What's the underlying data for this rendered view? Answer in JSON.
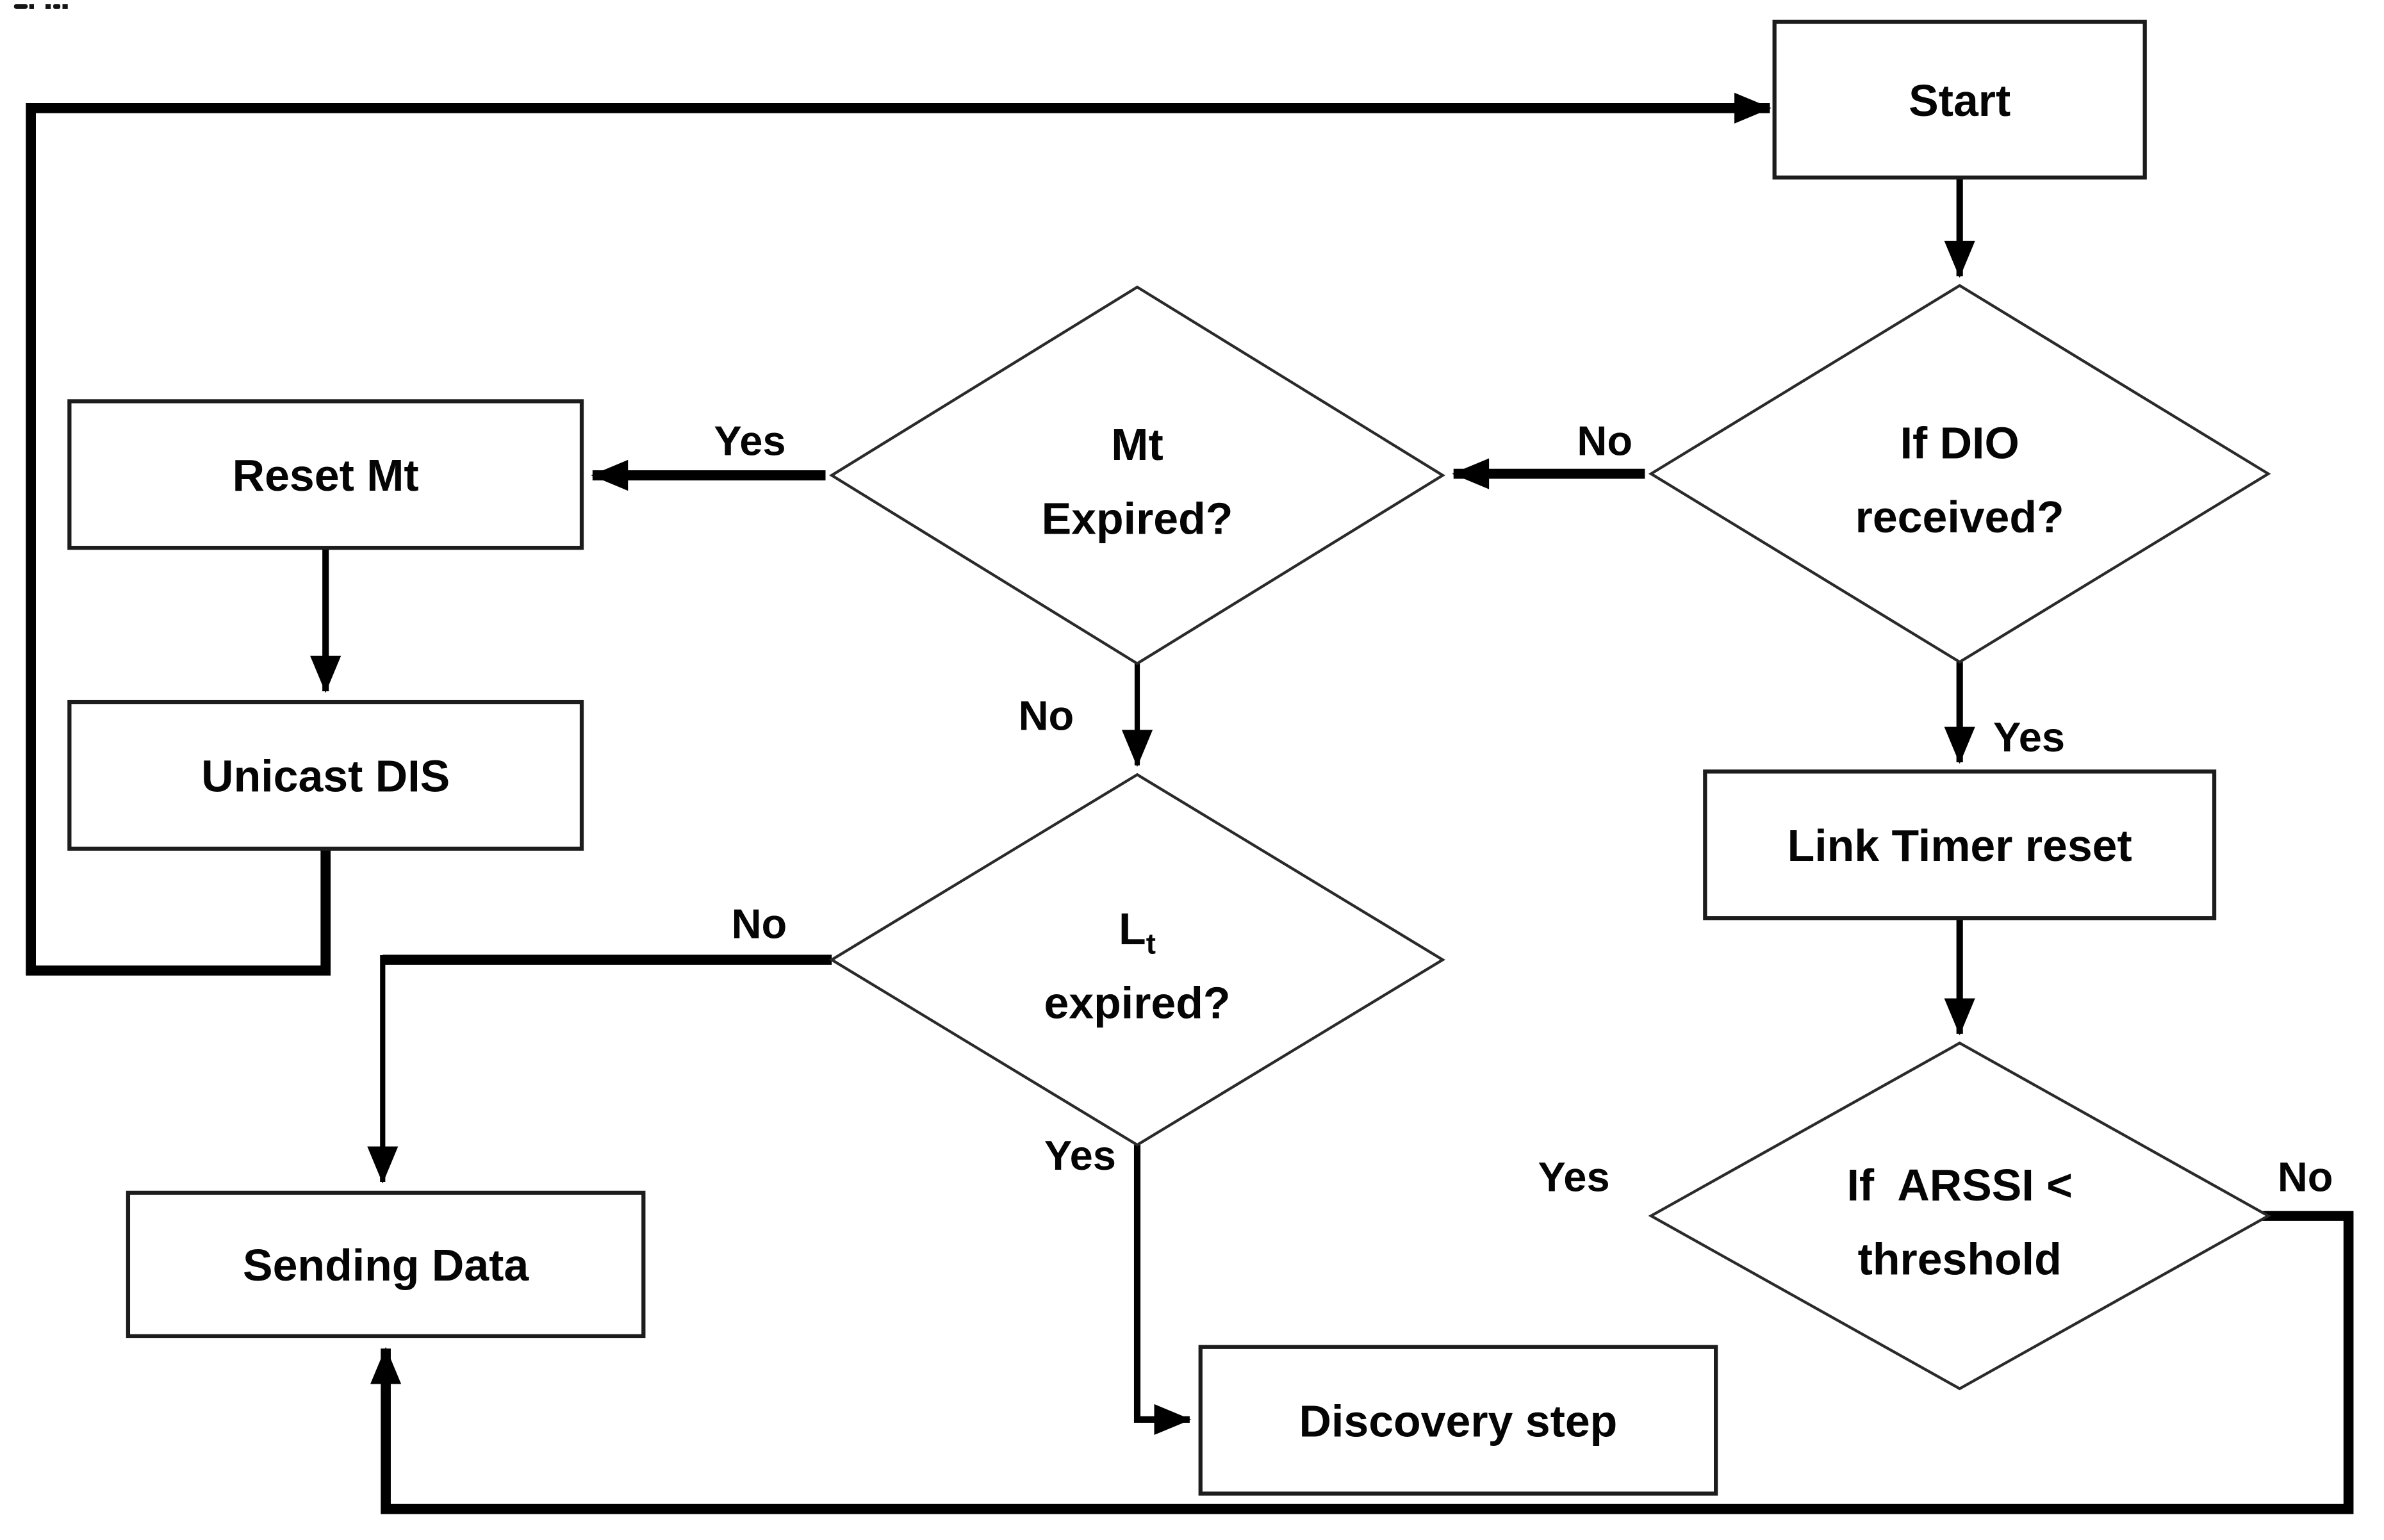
{
  "page": {
    "background": "#ffffff",
    "line_color": "#000000",
    "text_color": "#050505"
  },
  "nodes": {
    "start": {
      "type": "process",
      "label": "Start"
    },
    "dio_decision": {
      "type": "decision",
      "line1": "If DIO",
      "line2": "received?"
    },
    "mt_decision": {
      "type": "decision",
      "line1": "Mt",
      "line2": "Expired?"
    },
    "reset_mt": {
      "type": "process",
      "label": "Reset Mt"
    },
    "unicast_dis": {
      "type": "process",
      "label": "Unicast DIS"
    },
    "lt_decision": {
      "type": "decision",
      "line1_base": "L",
      "line1_sub": "t",
      "line2": "expired?"
    },
    "link_timer_reset": {
      "type": "process",
      "label": "Link Timer reset"
    },
    "arssi_decision": {
      "type": "decision",
      "line1": "If  ARSSI <",
      "line2": "threshold"
    },
    "sending_data": {
      "type": "process",
      "label": "Sending Data"
    },
    "discovery_step": {
      "type": "process",
      "label": "Discovery step"
    }
  },
  "edge_labels": {
    "dio_no": "No",
    "mt_yes": "Yes",
    "mt_no": "No",
    "dio_yes": "Yes",
    "lt_no": "No",
    "lt_yes": "Yes",
    "arssi_yes": "Yes",
    "arssi_no": "No"
  }
}
